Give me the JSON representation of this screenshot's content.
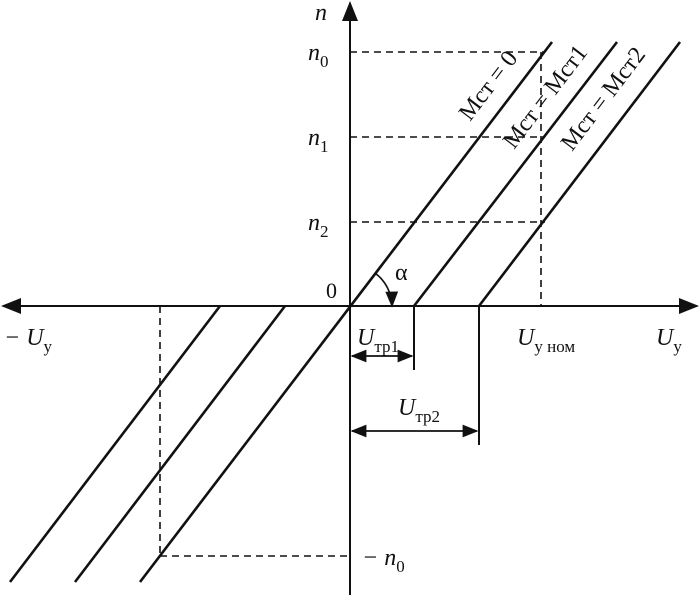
{
  "axes": {
    "y_label": "n",
    "x_label_pos": "U",
    "x_label_pos_sub": "у",
    "x_label_neg": "− U",
    "x_label_neg_sub": "у",
    "origin": "0"
  },
  "y_marks": {
    "n0": {
      "base": "n",
      "sub": "0"
    },
    "n1": {
      "base": "n",
      "sub": "1"
    },
    "n2": {
      "base": "n",
      "sub": "2"
    },
    "neg_n0": {
      "base": "− n",
      "sub": "0"
    }
  },
  "x_marks": {
    "u_nom": {
      "base": "U",
      "sub": "у ном"
    },
    "u_tr1": {
      "base": "U",
      "sub": "тр1"
    },
    "u_tr2": {
      "base": "U",
      "sub": "тр2"
    }
  },
  "angle_label": "α",
  "lines": [
    {
      "label": "Mст = 0"
    },
    {
      "label": "Mст = Mст1"
    },
    {
      "label": "Mст = Mст2"
    }
  ],
  "colors": {
    "ink": "#111111"
  }
}
